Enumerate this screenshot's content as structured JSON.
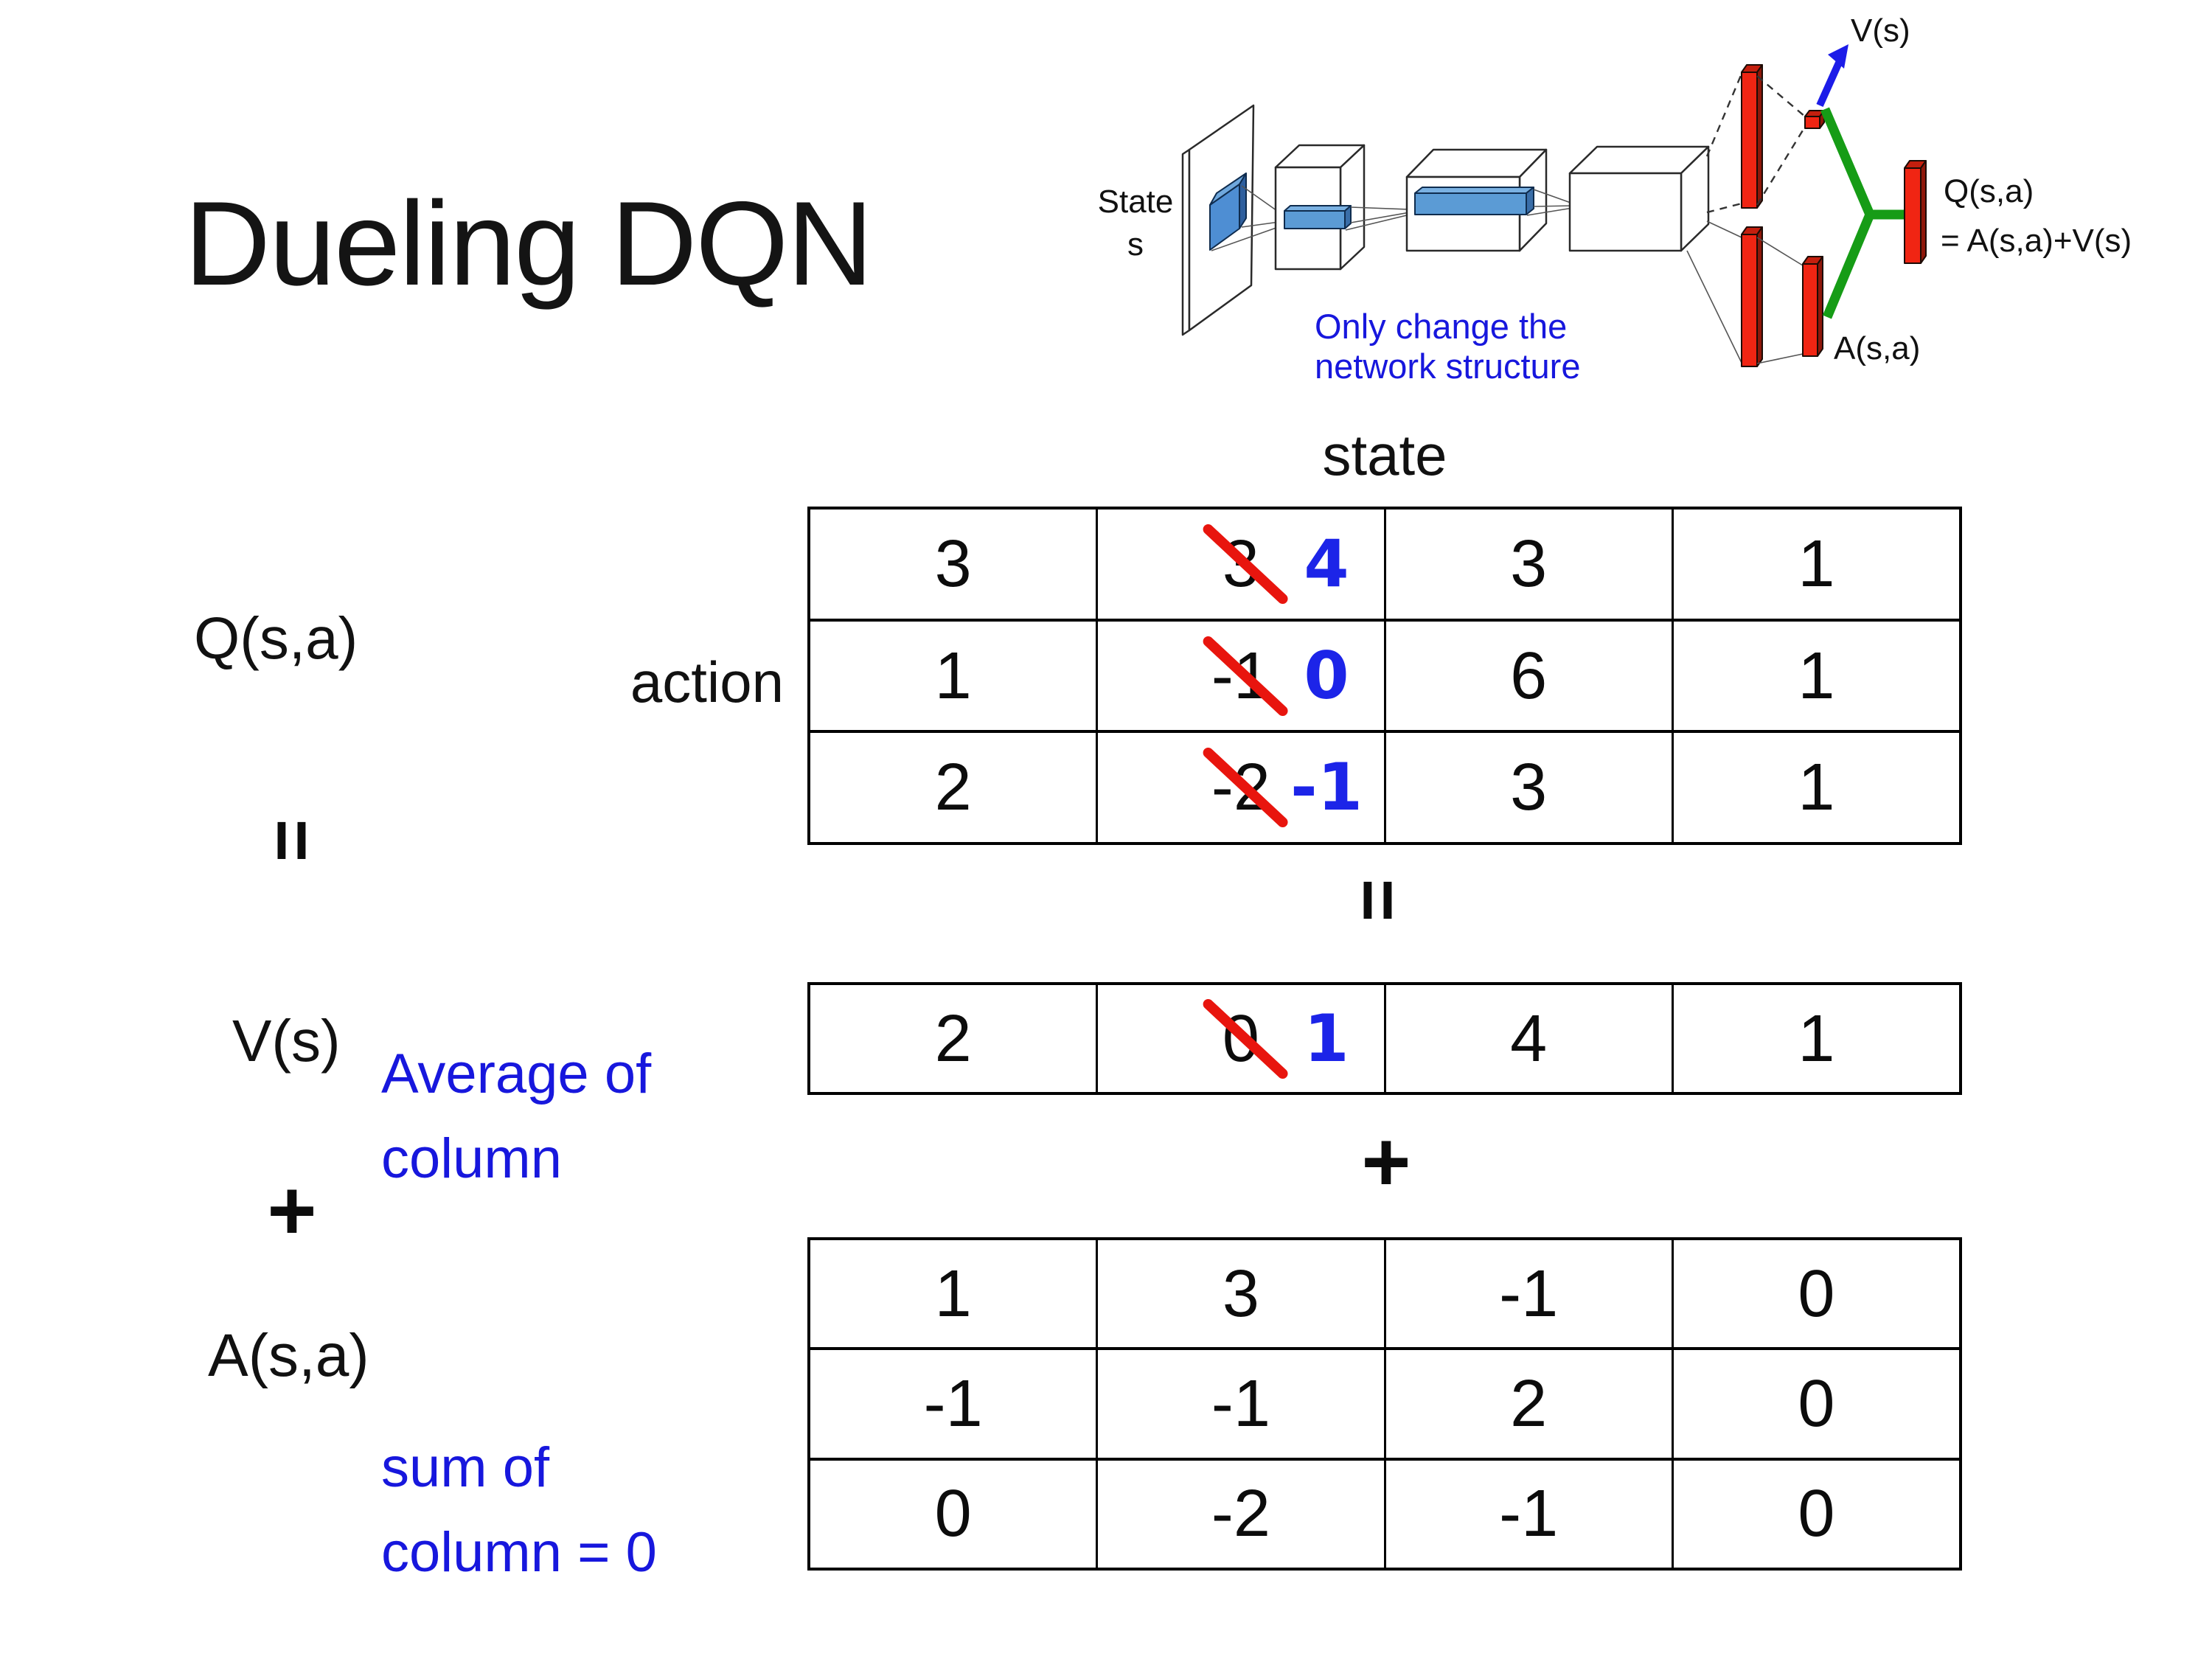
{
  "title": "Dueling DQN",
  "diagram": {
    "state_line1": "State",
    "state_line2": "s",
    "v_out_label": "V(s)",
    "q_out_label": "Q(s,a)",
    "q_out_formula": "= A(s,a)+V(s)",
    "a_out_label": "A(s,a)",
    "note_line1": "Only change the",
    "note_line2": "network structure",
    "colors": {
      "layer_bar_red": "#f02513",
      "conv_feature_blue": "#5b9bd5",
      "merge_green": "#169c16",
      "value_arrow_blue": "#1c1ce8",
      "note_blue": "#1717dd"
    }
  },
  "formula": {
    "q_label": "Q(s,a)",
    "equals_left": "=",
    "v_label": "V(s)",
    "plus_left": "+",
    "a_label": "A(s,a)",
    "equals_mid": "=",
    "plus_mid": "+",
    "avg_note": "Average of\ncolumn",
    "sum_note": "sum of\ncolumn = 0"
  },
  "q_table": {
    "header": "state",
    "side_label": "action",
    "rows": [
      {
        "c0": "3",
        "old": "3",
        "new": "4",
        "c2": "3",
        "c3": "1"
      },
      {
        "c0": "1",
        "old": "-1",
        "new": "0",
        "c2": "6",
        "c3": "1"
      },
      {
        "c0": "2",
        "old": "-2",
        "new": "-1",
        "c2": "3",
        "c3": "1"
      }
    ]
  },
  "v_table": {
    "c0": "2",
    "old": "0",
    "new": "1",
    "c2": "4",
    "c3": "1"
  },
  "a_table": {
    "rows": [
      [
        "1",
        "3",
        "-1",
        "0"
      ],
      [
        "-1",
        "-1",
        "2",
        "0"
      ],
      [
        "0",
        "-2",
        "-1",
        "0"
      ]
    ]
  },
  "accent_colors": {
    "crossout_red": "#e8150e",
    "replacement_blue": "#1c24e8",
    "annotation_blue": "#1717dd"
  }
}
